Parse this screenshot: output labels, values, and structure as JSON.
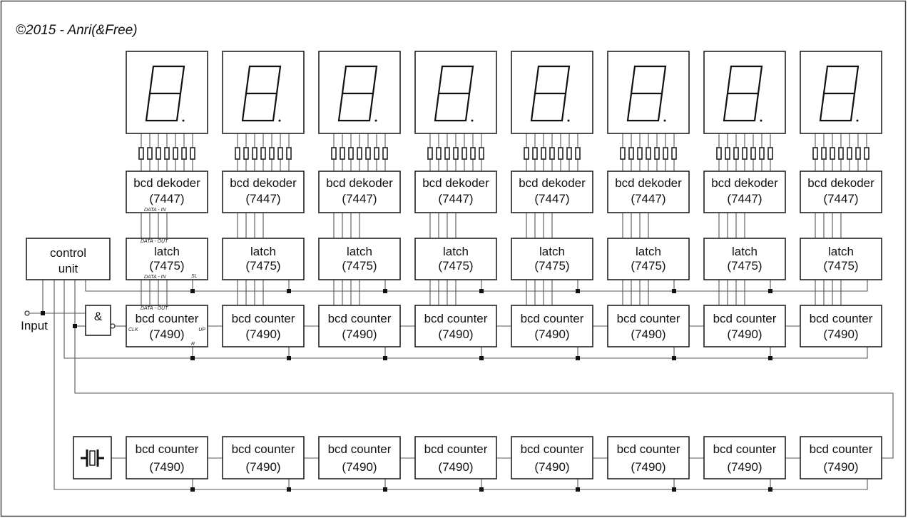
{
  "copyright": "©2015 - Anri(&Free)",
  "columns": 8,
  "decoder": {
    "line1": "bcd dekoder",
    "line2": "(7447)"
  },
  "latch": {
    "line1": "latch",
    "line2": "(7475)"
  },
  "counter": {
    "line1": "bcd counter",
    "line2": "(7490)"
  },
  "control_unit": {
    "line1": "control",
    "line2": "unit"
  },
  "input_label": "Input",
  "and_gate_label": "&",
  "pin_labels": {
    "data_in": "DATA - IN",
    "data_out": "DATA - OUT",
    "sl": "SL",
    "clk": "CLK",
    "up": "UP",
    "r": "R"
  }
}
